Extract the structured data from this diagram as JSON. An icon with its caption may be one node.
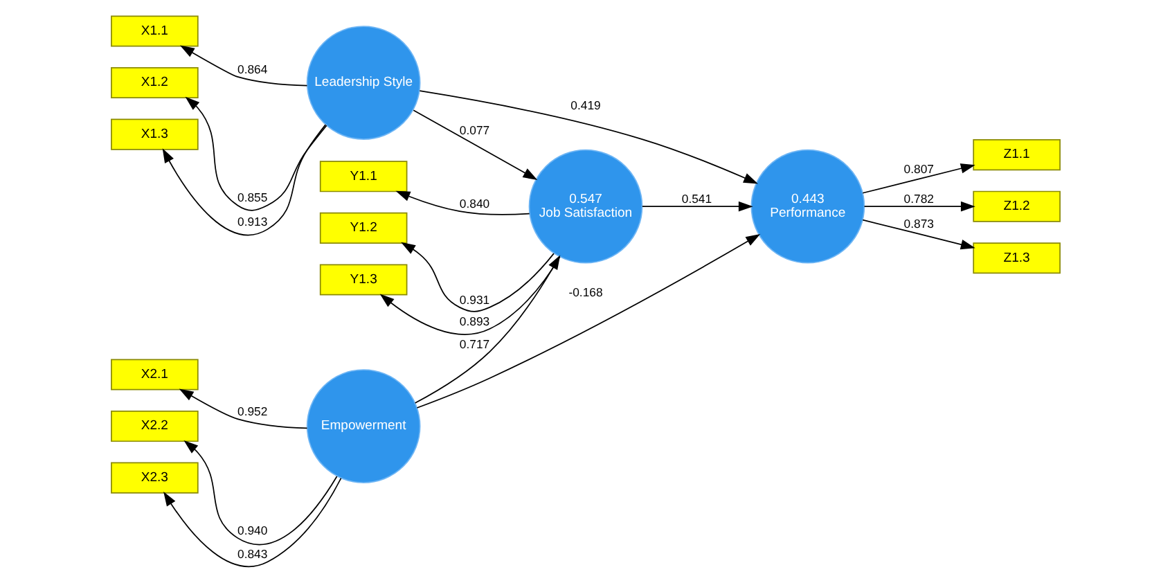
{
  "diagram": {
    "nodes": [
      {
        "text": [
          "X1.1"
        ]
      },
      {
        "text": [
          "X1.2"
        ]
      },
      {
        "text": [
          "X1.3"
        ]
      },
      {
        "text": [
          "Leadership Style"
        ]
      },
      {
        "text": [
          "Y1.1"
        ]
      },
      {
        "text": [
          "Y1.2"
        ]
      },
      {
        "text": [
          "Y1.3"
        ]
      },
      {
        "text": [
          "0.547",
          "Job Satisfaction"
        ]
      },
      {
        "text": [
          "0.443",
          "Performance"
        ]
      },
      {
        "text": [
          "Z1.1"
        ]
      },
      {
        "text": [
          "Z1.2"
        ]
      },
      {
        "text": [
          "Z1.3"
        ]
      },
      {
        "text": [
          "X2.1"
        ]
      },
      {
        "text": [
          "X2.2"
        ]
      },
      {
        "text": [
          "X2.3"
        ]
      },
      {
        "text": [
          "Empowerment"
        ]
      }
    ],
    "edges": [
      {
        "from": 3,
        "to": 0,
        "arrow": "to",
        "label": "0.864"
      },
      {
        "from": 3,
        "to": 1,
        "arrow": "to",
        "label": "0.855"
      },
      {
        "from": 3,
        "to": 2,
        "arrow": "to",
        "label": "0.913"
      },
      {
        "from": 3,
        "to": 7,
        "arrow": "to",
        "label": "0.077"
      },
      {
        "from": 3,
        "to": 8,
        "arrow": "to",
        "label": "0.419"
      },
      {
        "from": 7,
        "to": 4,
        "arrow": "to",
        "label": "0.840"
      },
      {
        "from": 7,
        "to": 5,
        "arrow": "to",
        "label": "0.931"
      },
      {
        "from": 7,
        "to": 6,
        "arrow": "to",
        "label": "0.893"
      },
      {
        "from": 7,
        "to": 8,
        "arrow": "to",
        "label": "0.541"
      },
      {
        "from": 8,
        "to": 9,
        "arrow": "to",
        "label": "0.807"
      },
      {
        "from": 8,
        "to": 10,
        "arrow": "to",
        "label": "0.782"
      },
      {
        "from": 8,
        "to": 11,
        "arrow": "to",
        "label": "0.873"
      },
      {
        "from": 15,
        "to": 7,
        "arrow": "to",
        "label": "0.717"
      },
      {
        "from": 15,
        "to": 8,
        "arrow": "to",
        "label": "-0.168"
      },
      {
        "from": 15,
        "to": 12,
        "arrow": "to",
        "label": "0.952"
      },
      {
        "from": 15,
        "to": 13,
        "arrow": "to",
        "label": "0.940"
      },
      {
        "from": 15,
        "to": 14,
        "arrow": "to",
        "label": "0.843"
      }
    ]
  }
}
